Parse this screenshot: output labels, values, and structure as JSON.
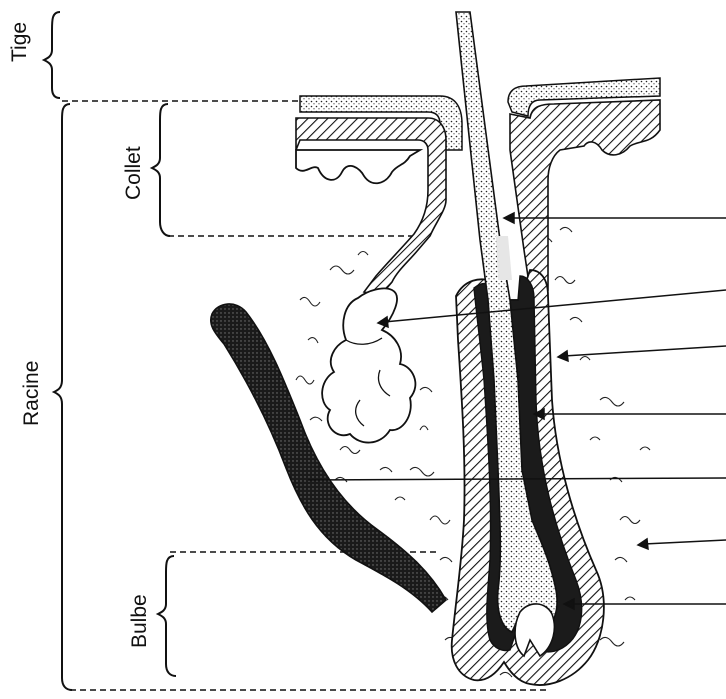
{
  "labels": {
    "tige": "Tige",
    "collet": "Collet",
    "racine": "Racine",
    "bulbe": "Bulbe"
  },
  "colors": {
    "ink": "#111111",
    "paper": "#ffffff"
  }
}
